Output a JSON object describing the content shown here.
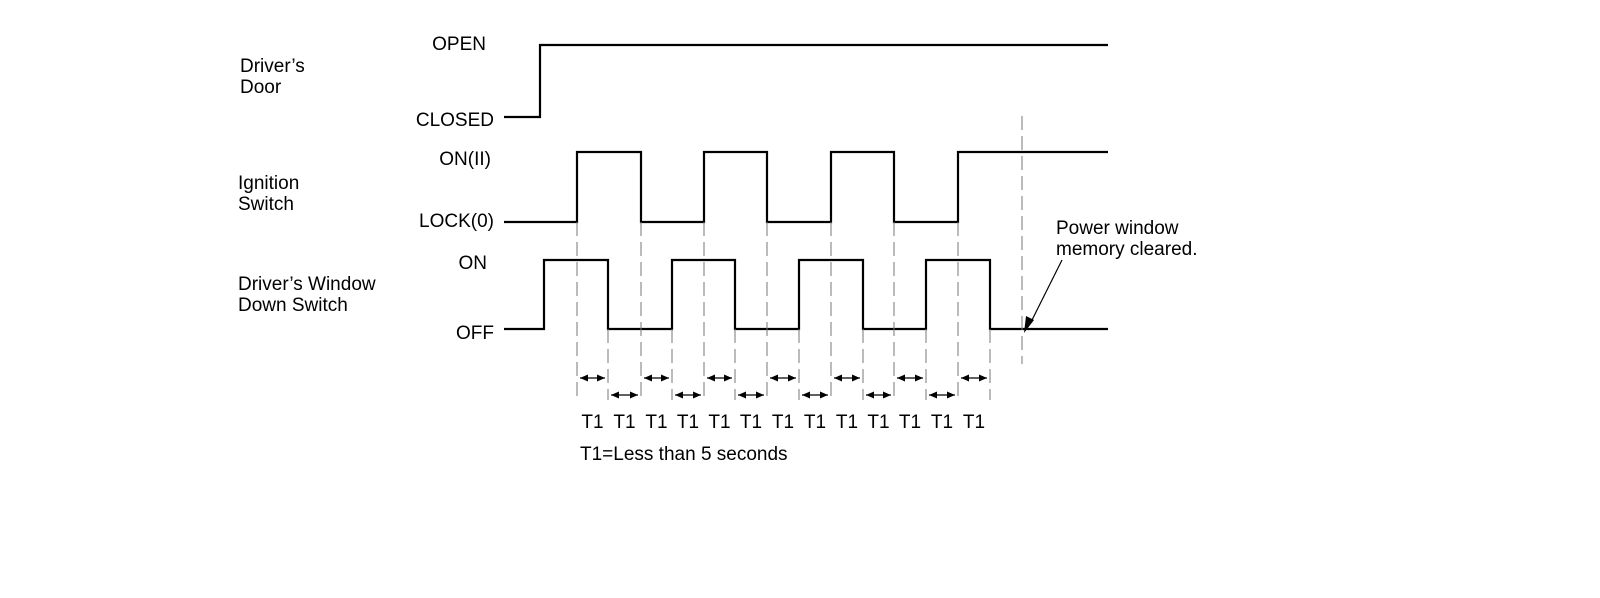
{
  "signals": [
    {
      "id": "door",
      "name_lines": [
        "Driver’s",
        "Door"
      ],
      "high_label": "OPEN",
      "low_label": "CLOSED"
    },
    {
      "id": "ignition",
      "name_lines": [
        "Ignition",
        "Switch"
      ],
      "high_label": "ON(II)",
      "low_label": "LOCK(0)"
    },
    {
      "id": "window",
      "name_lines": [
        "Driver’s Window",
        "Down Switch"
      ],
      "high_label": "ON",
      "low_label": "OFF"
    }
  ],
  "intervals": [
    "T1",
    "T1",
    "T1",
    "T1",
    "T1",
    "T1",
    "T1",
    "T1",
    "T1",
    "T1",
    "T1",
    "T1",
    "T1"
  ],
  "note": "T1=Less than 5 seconds",
  "callout_lines": [
    "Power window",
    "memory cleared."
  ]
}
